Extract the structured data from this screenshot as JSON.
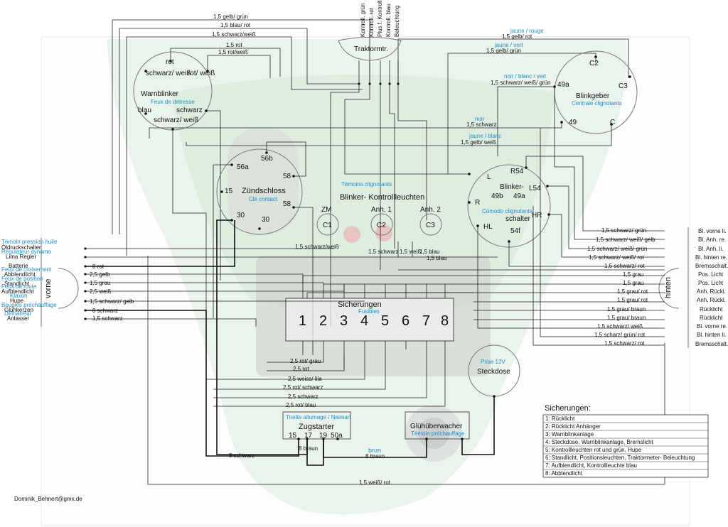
{
  "author": "Dominik_Behnert@gmx.de",
  "tractormeter": {
    "label": "Traktormtr.",
    "pins": [
      "Kontroll. grün",
      "Kontroll. rot",
      "Plus f. Kontroll.",
      "Kontroll. blau",
      "Beleuchtung"
    ]
  },
  "warnblinker": {
    "label": "Warnblinker",
    "label_fr": "Feux de détresse",
    "pins": [
      "rot",
      "schwarz/ weiß",
      "rot/ weiß",
      "blau",
      "schwarz",
      "schwarz/ weiß"
    ]
  },
  "blinkgeber": {
    "label": "Blinkgeber",
    "label_fr": "Centrale clignotants",
    "pins": [
      "C2",
      "49a",
      "C3",
      "49",
      "C"
    ]
  },
  "zuendschloss": {
    "label": "Zündschloss",
    "label_fr": "Clé contact",
    "pins": [
      "56a",
      "56b",
      "58",
      "15",
      "58",
      "30",
      "30"
    ]
  },
  "kontrollleuchten": {
    "label": "Blinker- Kontrollleuchten",
    "label_fr": "Témoins clignotants",
    "lamps": [
      {
        "top": "ZM",
        "id": "C1"
      },
      {
        "top": "Anh. 1",
        "id": "C2"
      },
      {
        "top": "Anh. 2",
        "id": "C3"
      }
    ]
  },
  "blinkerschalter": {
    "label1": "Blinker-",
    "label2": "schalter",
    "label_fr": "Comodo clignotants",
    "pins": [
      "L",
      "R54",
      "49b",
      "49a",
      "L54",
      "R",
      "HR",
      "HL",
      "54f"
    ]
  },
  "sicherungen": {
    "label": "Sicherungen",
    "label_fr": "Fusibles",
    "numbers": [
      "1",
      "2",
      "3",
      "4",
      "5",
      "6",
      "7",
      "8"
    ]
  },
  "steckdose": {
    "label": "Steckdose",
    "label_fr": "Prise 12V"
  },
  "zugstarter": {
    "label": "Zugstarter",
    "label_fr": "Tirette allumage / Neiman",
    "pins": [
      "15",
      "17",
      "19",
      "50a"
    ],
    "inner_wire": "8 braun"
  },
  "gluehueberwacher": {
    "label": "Glühüberwacher",
    "label_fr": "Témoin préchauffage"
  },
  "vorne": {
    "label": "vorne",
    "items": [
      {
        "fr": "Témoin pression huile",
        "de": "Öldruckschalter"
      },
      {
        "fr": "Régulateur dynamo",
        "de": "Lima Regler"
      },
      {
        "fr": "",
        "de": "Batterie"
      },
      {
        "fr": "Feux de croisement",
        "de": "Abblendlicht"
      },
      {
        "fr": "Feux de position",
        "de": "Standlicht"
      },
      {
        "fr": "Feux de route",
        "de": "Aufblendlicht"
      },
      {
        "fr": "Klaxon",
        "de": "Hupe"
      },
      {
        "fr": "Bougies préchauffage",
        "de": "Glühkerzen"
      },
      {
        "fr": "Démarreur",
        "de": "Anlasser"
      }
    ],
    "wires": [
      "8 rot",
      "2,5 gelb",
      "1,5 grau",
      "2,5 weiß",
      "1,5 schwarz/ gelb",
      "8 schwarz",
      "1,5 schwarz"
    ]
  },
  "hinten": {
    "label": "hinten",
    "items": [
      "Bl. vorne li.",
      "Bl. Anh. re.",
      "Bl. Anh. li.",
      "Bl. hinten re.",
      "Bremsschalt.",
      "Pos. Licht",
      "Pos. Licht",
      "Anh. Rückl.",
      "Anh. Rückl.",
      "Rücklicht",
      "Rücklicht",
      "Bl. vorne re.",
      "Bl. hinten li.",
      "Bremsschalt."
    ],
    "wires": [
      "1,5 schwarz/ grün",
      "1,5 schwarz/ weiß/ gelb",
      "1,5 schwarz/ weiß/ grün",
      "1,5 schwarz/ weiß/ rot",
      "1,5 schwarz/ rot",
      "1,5 grau",
      "1,5 grau",
      "1,5 grau/ rot",
      "1,5 grau/ rot",
      "1,5 grau/ braun",
      "1,5 grau/ braun",
      "1,5 schwarz/ weiß",
      "1,5 scharz/ grün/ rot",
      "1,5 schwarz/ rot"
    ]
  },
  "top_wires": [
    {
      "de": "1,5 gelb/ grün",
      "fr": ""
    },
    {
      "de": "1,5 blau/ rot",
      "fr": ""
    },
    {
      "de": "1,5 schwarz/weiß",
      "fr": ""
    },
    {
      "de": "1,5 rot",
      "fr": ""
    },
    {
      "de": "1,5 rot/weiß",
      "fr": ""
    },
    {
      "de": "1,5 gelb/ rot",
      "fr": "jaune / rouge"
    },
    {
      "de": "1,5 gelb/ grün",
      "fr": "jaune / vert"
    },
    {
      "de": "1,5 schwarz/ weiß/ grün",
      "fr": "noir / blanc / vert"
    },
    {
      "de": "1,5 schwarz",
      "fr": "noir"
    },
    {
      "de": "1,5 gelb/ weiß",
      "fr": "jaune / blanc"
    }
  ],
  "middle_wires": [
    "1,5 schwarz/weiß",
    "1,5 schwarz",
    "1,5 weiß",
    "1,5 blau",
    "1,5 blau"
  ],
  "bottom_wires": [
    "2,5 rot/ grau",
    "2,5 rot",
    "2,5 weiss/ lila",
    "2,5 rot/ schwarz",
    "2,5 schwarz",
    "2,5 rot/ blau",
    "8 schwarz",
    "8 braun",
    "brun",
    "1,5 weiß/ rot"
  ],
  "legend": {
    "title": "Sicherungen:",
    "items": [
      "1: Rücklicht",
      "2: Rücklicht Anhänger",
      "3: Warnblinkanlage",
      "4: Steckdose, Warnblinkanlage, Bremslicht",
      "5: Kontrollleuchten rot und grün, Hupe",
      "6: Standlicht, Positionsleuchten, Traktormeter- Beleuchtung",
      "7: Aufblendlicht, Kontrollleuchte blau",
      "8: Abblendlicht"
    ]
  }
}
